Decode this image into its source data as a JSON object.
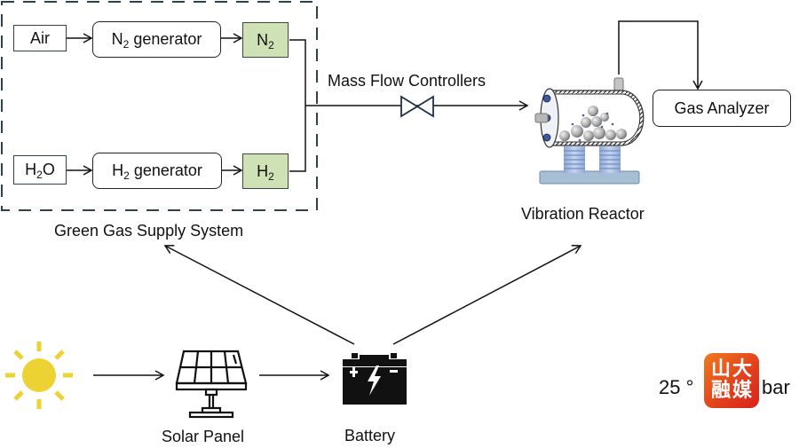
{
  "gas_supply": {
    "title": "Green Gas Supply System",
    "air": "Air",
    "n2_generator": {
      "prefix": "N",
      "sub": "2",
      "suffix": " generator"
    },
    "n2_output": {
      "prefix": "N",
      "sub": "2"
    },
    "water": {
      "prefix": "H",
      "sub": "2",
      "suffix": "O"
    },
    "h2_generator": {
      "prefix": "H",
      "sub": "2",
      "suffix": " generator"
    },
    "h2_output": {
      "prefix": "H",
      "sub": "2"
    }
  },
  "mass_flow": {
    "label": "Mass Flow Controllers"
  },
  "reactor": {
    "label": "Vibration Reactor"
  },
  "analyzer": {
    "label": "Gas Analyzer"
  },
  "power": {
    "solar_panel": "Solar Panel",
    "battery": "Battery"
  },
  "overlay": {
    "prefix": "25 °",
    "suffix": "bar",
    "watermark_chars": [
      "山",
      "大",
      "融",
      "媒"
    ]
  },
  "colors": {
    "green_box": "#cfe2b6",
    "dashed_border": "#2d4150",
    "sun": "#ecd233",
    "reactor_spring": "#9fb8e0",
    "reactor_base": "#a7bfd4"
  }
}
